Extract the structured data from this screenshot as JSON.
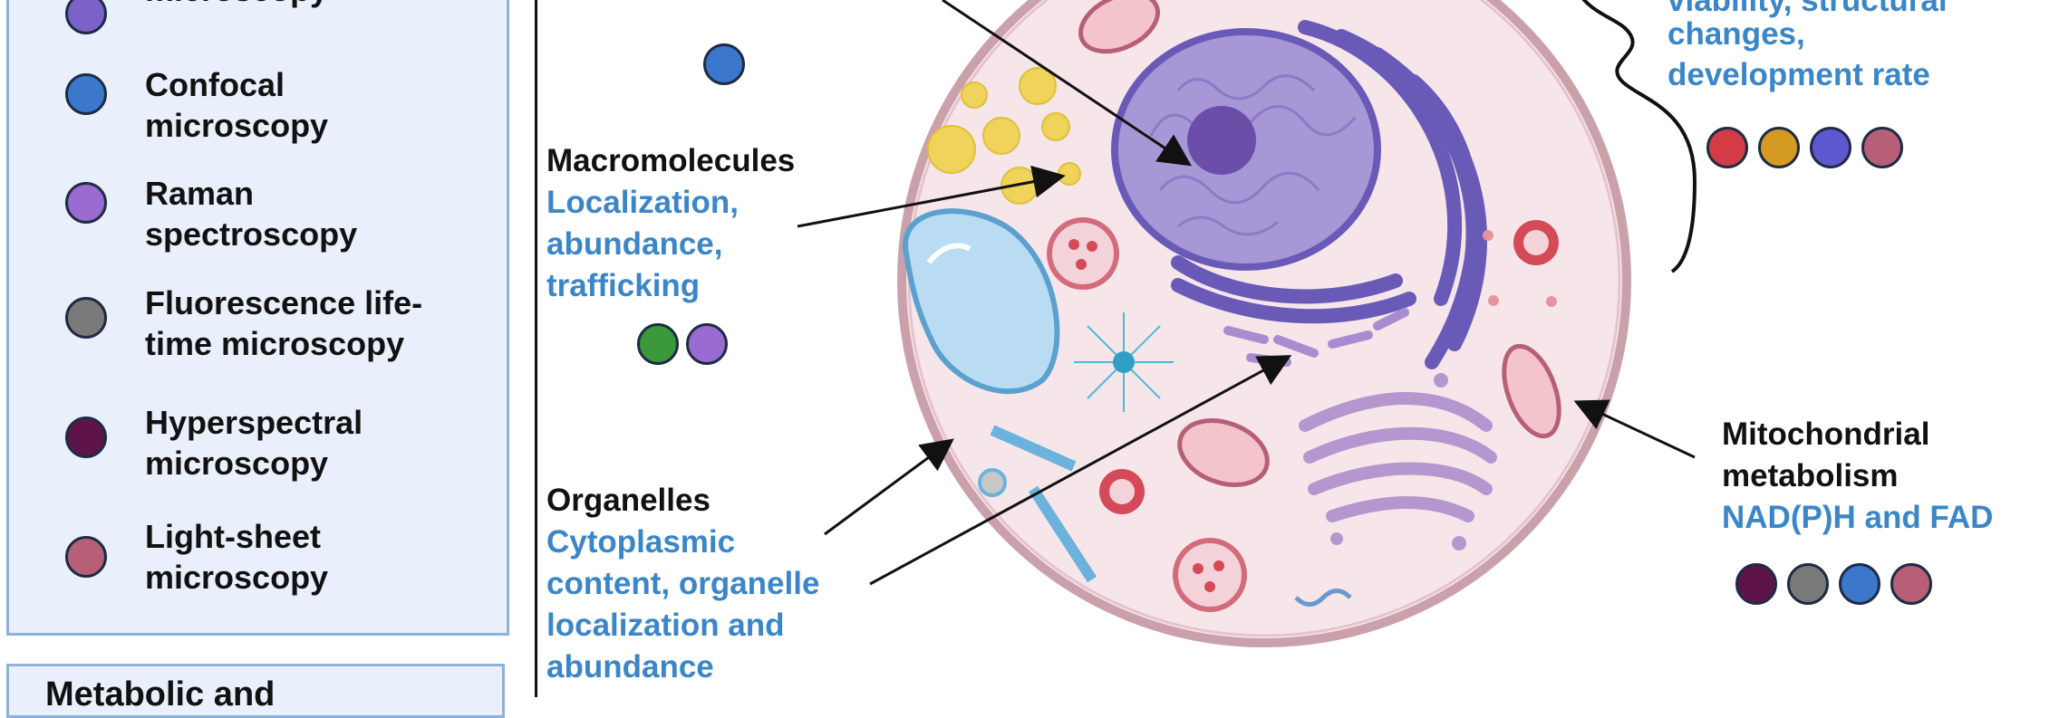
{
  "legend": {
    "items": [
      {
        "label_line1": "",
        "label_line2": "microscopy",
        "color": "#7a62c9"
      },
      {
        "label_line1": "Confocal",
        "label_line2": "microscopy",
        "color": "#3b78cc"
      },
      {
        "label_line1": "Raman",
        "label_line2": "spectroscopy",
        "color": "#9a6bd0"
      },
      {
        "label_line1": "Fluorescence life-",
        "label_line2": "time microscopy",
        "color": "#7a7a7a"
      },
      {
        "label_line1": "Hyperspectral",
        "label_line2": "microscopy",
        "color": "#5e1448"
      },
      {
        "label_line1": "Light-sheet",
        "label_line2": "microscopy",
        "color": "#b85f78"
      }
    ],
    "second_panel_title": "Metabolic and"
  },
  "annotations": {
    "top_left_cut": "...",
    "top_right_cut": "viability, structural",
    "viability": {
      "line2": "changes,",
      "line3": "development rate"
    },
    "macromolecules": {
      "title": "Macromolecules",
      "line1": "Localization,",
      "line2": "abundance,",
      "line3": "trafficking"
    },
    "organelles": {
      "title": "Organelles",
      "line1": "Cytoplasmic",
      "line2": "content, organelle",
      "line3": "localization and",
      "line4": "abundance"
    },
    "mitochondrial": {
      "title1": "Mitochondrial",
      "title2": "metabolism",
      "line1": "NAD(P)H and FAD"
    }
  },
  "colors": {
    "confocal": "#3b78cc",
    "raman": "#9a6bd0",
    "green": "#3a9a3a",
    "red": "#d43c45",
    "gold": "#d59a22",
    "violet": "#5e58d0",
    "light_sheet": "#b85f78",
    "hyperspectral": "#5e1448",
    "flim": "#7a7a7a",
    "blue_text": "#3a86c8"
  }
}
